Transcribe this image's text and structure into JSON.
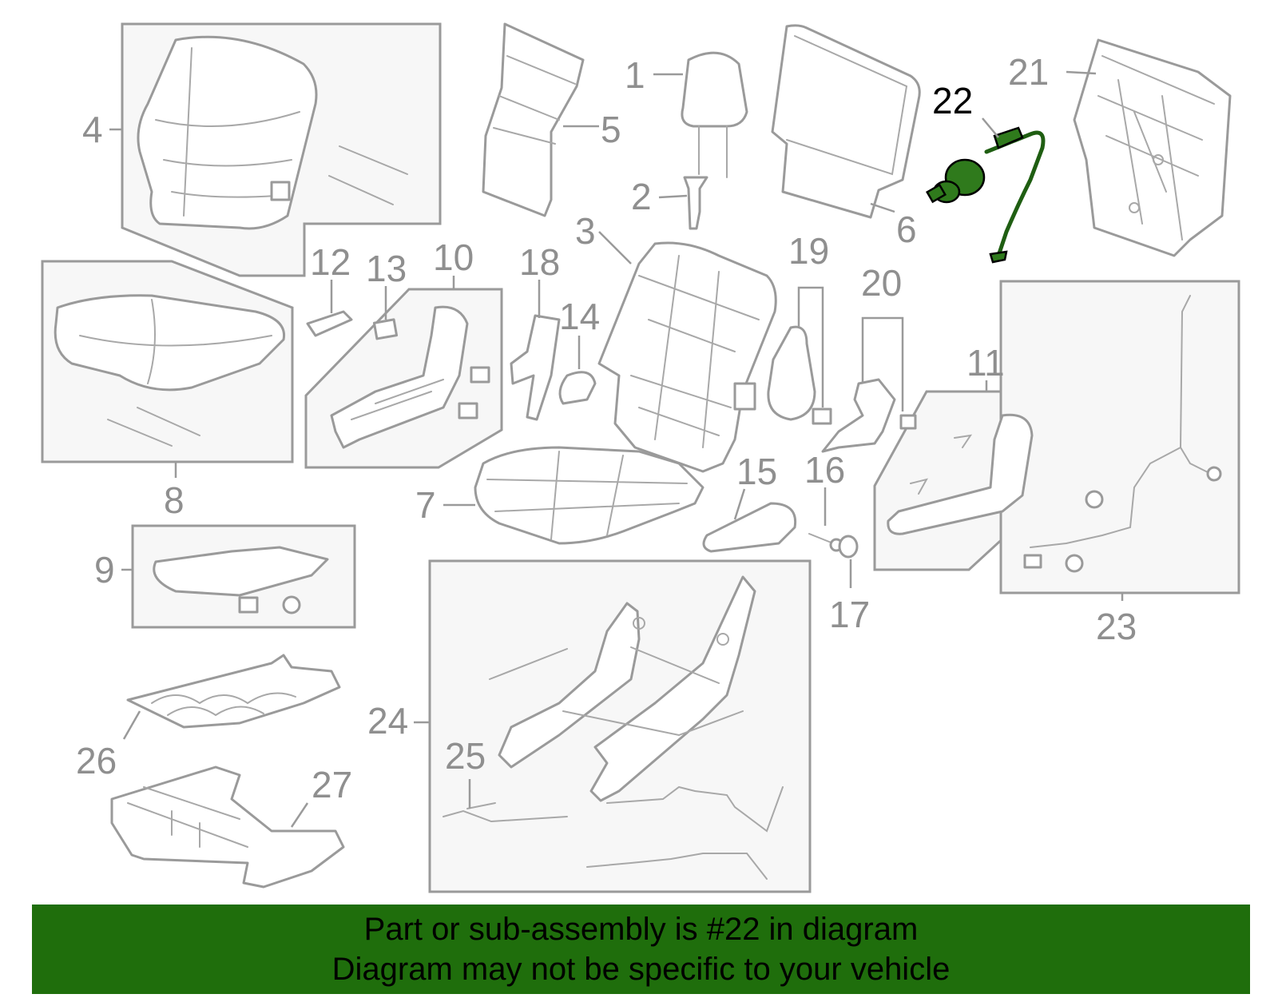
{
  "callouts": {
    "c1": "1",
    "c2": "2",
    "c3": "3",
    "c4": "4",
    "c5": "5",
    "c6": "6",
    "c7": "7",
    "c8": "8",
    "c9": "9",
    "c10": "10",
    "c11": "11",
    "c12": "12",
    "c13": "13",
    "c14": "14",
    "c15": "15",
    "c16": "16",
    "c17": "17",
    "c18": "18",
    "c19": "19",
    "c20": "20",
    "c21": "21",
    "c22": "22",
    "c23": "23",
    "c24": "24",
    "c25": "25",
    "c26": "26",
    "c27": "27"
  },
  "highlighted_part": "22",
  "caption": {
    "line1": "Part or sub-assembly is #22 in diagram",
    "line2": "Diagram may not be specific to your vehicle"
  },
  "colors": {
    "highlight": "#2f7a1c",
    "caption_background": "#1f6e0c",
    "part_line": "#9a9a9a"
  }
}
